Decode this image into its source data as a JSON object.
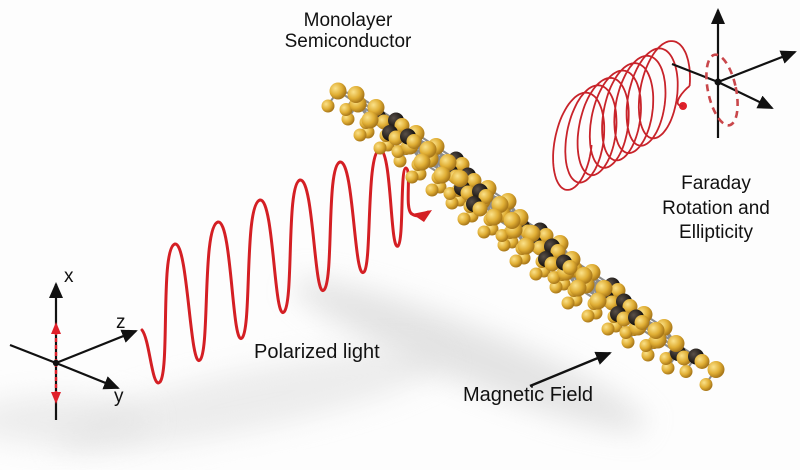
{
  "title_label": {
    "line1": "Monolayer",
    "line2": "Semiconductor"
  },
  "result_label": {
    "line1": "Faraday",
    "line2": "Rotation and",
    "line3": "Ellipticity"
  },
  "wave_label": "Polarized light",
  "field_label": "Magnetic Field",
  "input_axes": {
    "x": "x",
    "y": "y",
    "z": "z"
  },
  "colors": {
    "wave": "#d41f24",
    "helix": "#c8232a",
    "ellipse": "#c9474b",
    "axis": "#111111",
    "atom_gold": "#e3b43c",
    "atom_dark": "#1a1613",
    "bond": "#8c8c8c",
    "shadow": "#d9d9d9"
  }
}
